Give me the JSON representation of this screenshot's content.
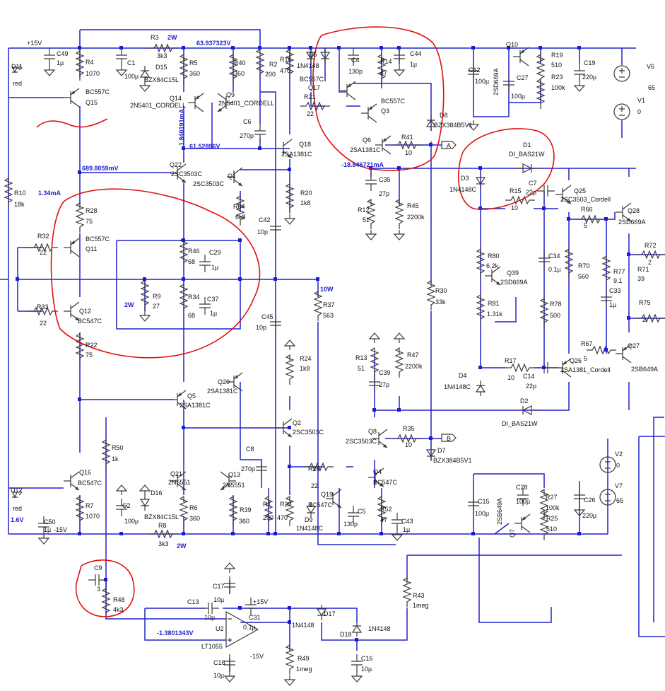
{
  "colors": {
    "wire": "#2222cc",
    "component": "#3a3a3a",
    "annotation": "#e01010",
    "background": "#ffffff",
    "label": "#111111",
    "net_label": "#2222cc"
  },
  "rails": {
    "pos": "+15V",
    "neg": "-15V"
  },
  "voltages": {
    "v63": "63.937323V",
    "v61": "61.52896V",
    "v689": "689.8059mV",
    "i1": "1.840191mA",
    "i134": "1.34mA",
    "i18": "-18.846721mA",
    "w2a": "2W",
    "w2b": "2W",
    "w2c": "2W",
    "w10": "10W",
    "v16": "1.6V",
    "v138": "-1.3801343V"
  },
  "components": {
    "C49": [
      "C49",
      "1µ"
    ],
    "R4": [
      "R4",
      "1070"
    ],
    "C1": [
      "C1",
      "100µ"
    ],
    "R3": [
      "R3",
      "3k3"
    ],
    "D15": [
      "D15",
      "BZX84C15L"
    ],
    "R5": [
      "R5",
      "360"
    ],
    "R40": [
      "R40",
      "360"
    ],
    "R2": [
      "R2",
      "200"
    ],
    "R16": [
      "R16",
      "470"
    ],
    "D5": [
      "D5",
      "1N4148"
    ],
    "D11": [
      "D11",
      "red"
    ],
    "Q15": [
      "BC557C",
      "Q15"
    ],
    "Q14": [
      "Q14",
      "2N5401_CORDELL"
    ],
    "Q9": [
      "Q9",
      "2N5401_CORDELL"
    ],
    "C6": [
      "C6",
      "270p"
    ],
    "R21": [
      "R21",
      "22"
    ],
    "Q17": [
      "BC557C",
      "Q17"
    ],
    "C4": [
      "C4",
      "130p"
    ],
    "R14": [
      "R14",
      "47"
    ],
    "C44": [
      "C44",
      "1µ"
    ],
    "Q3": [
      "BC557C",
      "Q3"
    ],
    "D8": [
      "D8",
      "BZX384B5V1"
    ],
    "Q6": [
      "Q6",
      "2SA1381C"
    ],
    "R41": [
      "R41",
      "10"
    ],
    "Q10": [
      "Q10"
    ],
    "C12": [
      "C12",
      "100µ"
    ],
    "Q10P": [
      "2SD669A"
    ],
    "C27": [
      "C27",
      "100µ"
    ],
    "R19": [
      "R19",
      "510"
    ],
    "R23": [
      "R23",
      "100k"
    ],
    "C19": [
      "C19",
      "220µ"
    ],
    "V6": [
      "V6",
      "65"
    ],
    "V1": [
      "V1",
      "0"
    ],
    "Q18": [
      "Q18",
      "2SA1381C"
    ],
    "Q22": [
      "Q22",
      "2SC3503C"
    ],
    "Q1": [
      "Q1",
      "2SC3503C"
    ],
    "R20": [
      "R20",
      "1k8"
    ],
    "R10": [
      "R10",
      "18k"
    ],
    "R64": [
      "R64",
      "6k8"
    ],
    "C42": [
      "C42",
      "10p"
    ],
    "C35": [
      "C35",
      "27p"
    ],
    "R12": [
      "R12",
      "51"
    ],
    "R45": [
      "R45",
      "2200k"
    ],
    "D1": [
      "D1",
      "DI_BAS21W"
    ],
    "D3": [
      "D3",
      "1N4148C"
    ],
    "C7": [
      "C7",
      "22p"
    ],
    "Q25": [
      "Q25",
      "2SC3503_Cordell"
    ],
    "R15": [
      "R15",
      "10"
    ],
    "R66": [
      "R66",
      "5"
    ],
    "Q28": [
      "Q28",
      "2SD669A"
    ],
    "R72": [
      "R72",
      "2"
    ],
    "R28": [
      "R28",
      "75"
    ],
    "R32": [
      "R32",
      "22"
    ],
    "Q11": [
      "BC557C",
      "Q11"
    ],
    "R46": [
      "R46",
      "68"
    ],
    "C29": [
      "C29",
      "1µ"
    ],
    "R80": [
      "R80",
      "6.2k"
    ],
    "C34": [
      "C34",
      "0.1µ"
    ],
    "R70": [
      "R70",
      "560"
    ],
    "R77": [
      "R77",
      "9.1"
    ],
    "R71": [
      "R71",
      "39"
    ],
    "Q39": [
      "Q39",
      "2SD669A"
    ],
    "R9": [
      "R9",
      "27"
    ],
    "R34": [
      "R34",
      "68"
    ],
    "C37": [
      "C37",
      "1µ"
    ],
    "R37": [
      "R37",
      "563"
    ],
    "R30": [
      "R30",
      "33k"
    ],
    "R81": [
      "R81",
      "1.31k"
    ],
    "R78": [
      "R78",
      "500"
    ],
    "C33": [
      "C33",
      "1µ"
    ],
    "R75": [
      "R75",
      "2"
    ],
    "R33": [
      "R33",
      "22"
    ],
    "Q12": [
      "Q12",
      "BC547C"
    ],
    "C45": [
      "C45",
      "10p"
    ],
    "R22": [
      "R22",
      "75"
    ],
    "R24": [
      "R24",
      "1k8"
    ],
    "R13": [
      "R13",
      "51"
    ],
    "R47": [
      "R47",
      "2200k"
    ],
    "C39": [
      "C39",
      "27p"
    ],
    "R67": [
      "R67",
      "5"
    ],
    "Q27": [
      "Q27",
      "2SB649A"
    ],
    "Q26": [
      "Q26",
      "2SA1381_Cordell"
    ],
    "R17": [
      "R17",
      "10"
    ],
    "C14": [
      "C14",
      "22p"
    ],
    "D4": [
      "D4",
      "1N4148C"
    ],
    "Q20": [
      "Q20",
      "2SA1381C"
    ],
    "Q5": [
      "Q5",
      "2SA1381C"
    ],
    "Q2": [
      "Q2",
      "2SC3503C"
    ],
    "D2": [
      "D2",
      "DI_BAS21W"
    ],
    "Q8": [
      "Q8",
      "2SC3503C"
    ],
    "R35": [
      "R35",
      "10"
    ],
    "D7": [
      "D7",
      "BZX384B5V1"
    ],
    "R50": [
      "R50",
      "1k"
    ],
    "C8": [
      "C8",
      "270p"
    ],
    "V2": [
      "V2",
      "0"
    ],
    "V7": [
      "V7",
      "65"
    ],
    "Q16": [
      "Q16",
      "BC547C"
    ],
    "D12": [
      "D12",
      "red"
    ],
    "Q21": [
      "Q21",
      "2N5551"
    ],
    "Q13": [
      "Q13",
      "2N5551"
    ],
    "R26": [
      "R26",
      "22"
    ],
    "Q4": [
      "Q4",
      "BC547C"
    ],
    "Q19": [
      "Q19",
      "BC547C"
    ],
    "C15": [
      "C15",
      "100µ"
    ],
    "C28": [
      "C28",
      "100µ"
    ],
    "R27": [
      "R27",
      "100k"
    ],
    "Q7P": [
      "2SB649A"
    ],
    "C26": [
      "C26",
      "220µ"
    ],
    "R25": [
      "R25",
      "510"
    ],
    "Q7": [
      "Q7"
    ],
    "C50": [
      "C50",
      "1µ"
    ],
    "R7": [
      "R7",
      "1070"
    ],
    "C2": [
      "C2",
      "100µ"
    ],
    "D16": [
      "D16",
      "BZX84C15L"
    ],
    "R6": [
      "R6",
      "360"
    ],
    "R39": [
      "R39",
      "360"
    ],
    "R1": [
      "R1",
      "200"
    ],
    "R29": [
      "R29",
      "470"
    ],
    "D9": [
      "D9",
      "1N4148C"
    ],
    "C5": [
      "C5",
      "130p"
    ],
    "R52": [
      "R52",
      "47"
    ],
    "C43": [
      "C43",
      "1µ"
    ],
    "R8": [
      "R8",
      "3k3"
    ],
    "C9": [
      "C9",
      "3"
    ],
    "R48": [
      "R48",
      "4k3"
    ],
    "C17": [
      "C17",
      "10µ"
    ],
    "C13": [
      "C13",
      "10µ"
    ],
    "C31": [
      "C31",
      "0.1µ"
    ],
    "U2": [
      "U2",
      "LT1055"
    ],
    "D17": [
      "D17",
      "1N4148"
    ],
    "D18": [
      "D18",
      "1N4148"
    ],
    "R43": [
      "R43",
      "1meg"
    ],
    "R49": [
      "R49",
      "1meg"
    ],
    "C16": [
      "C16",
      "10µ"
    ],
    "C18": [
      "C18",
      "10µ"
    ]
  },
  "ports": {
    "A": "A",
    "B": "B"
  }
}
